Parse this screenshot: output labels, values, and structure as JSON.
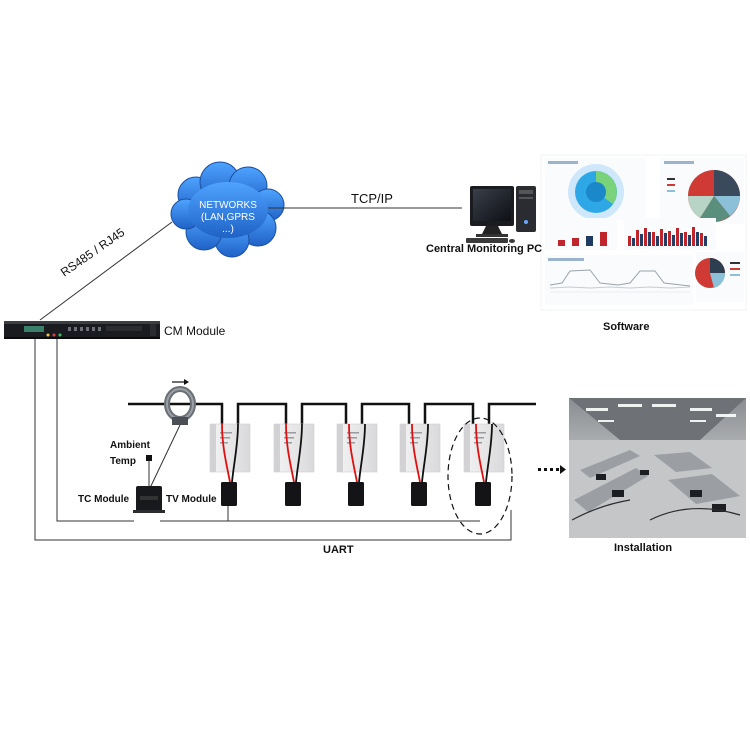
{
  "network": {
    "line1": "NETWORKS",
    "line2": "(LAN,GPRS",
    "line3": "...)"
  },
  "links": {
    "tcp_ip": "TCP/IP",
    "rs485": "RS485 / RJ45",
    "uart": "UART"
  },
  "nodes": {
    "central_pc": "Central Monitoring PC",
    "software": "Software",
    "cm_module": "CM Module",
    "ambient_temp_line1": "Ambient",
    "ambient_temp_line2": "Temp",
    "tc_module": "TC Module",
    "tv_module": "TV Module",
    "installation": "Installation"
  },
  "colors": {
    "cloud": "#2f7fe0",
    "wire_red": "#e01010",
    "wire_black": "#111111",
    "battery": "#e9e9ea"
  }
}
